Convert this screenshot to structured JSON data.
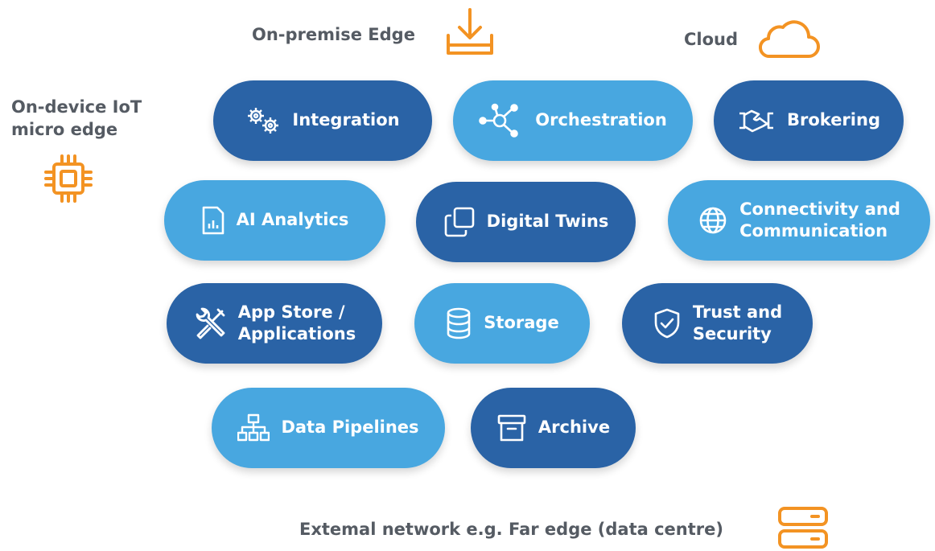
{
  "labels": {
    "on_premise": "On-premise Edge",
    "cloud": "Cloud",
    "device_line1": "On-device IoT",
    "device_line2": "micro edge",
    "external": "Extemal network e.g. Far edge (data centre)"
  },
  "icons": {
    "on_premise": "download-tray-icon",
    "cloud": "cloud-icon",
    "device": "chip-icon",
    "external": "server-icon"
  },
  "pills": {
    "integration": {
      "label": "Integration",
      "icon": "gears-icon",
      "tone": "dark"
    },
    "orchestration": {
      "label": "Orchestration",
      "icon": "network-nodes-icon",
      "tone": "light"
    },
    "brokering": {
      "label": "Brokering",
      "icon": "handshake-icon",
      "tone": "dark"
    },
    "ai_analytics": {
      "label": "AI Analytics",
      "icon": "report-icon",
      "tone": "light"
    },
    "digital_twins": {
      "label": "Digital Twins",
      "icon": "copy-icon",
      "tone": "dark"
    },
    "connectivity": {
      "line1": "Connectivity and",
      "line2": "Communication",
      "icon": "globe-icon",
      "tone": "light"
    },
    "app_store": {
      "line1": "App Store /",
      "line2": "Applications",
      "icon": "tools-icon",
      "tone": "dark"
    },
    "storage": {
      "label": "Storage",
      "icon": "database-icon",
      "tone": "light"
    },
    "trust": {
      "line1": "Trust and",
      "line2": "Security",
      "icon": "shield-check-icon",
      "tone": "dark"
    },
    "data_pipelines": {
      "label": "Data Pipelines",
      "icon": "sitemap-icon",
      "tone": "light"
    },
    "archive": {
      "label": "Archive",
      "icon": "archive-box-icon",
      "tone": "dark"
    }
  },
  "colors": {
    "dark_blue": "#2a63a6",
    "light_blue": "#48a7e0",
    "orange": "#f39323",
    "label_gray": "#555b63"
  }
}
